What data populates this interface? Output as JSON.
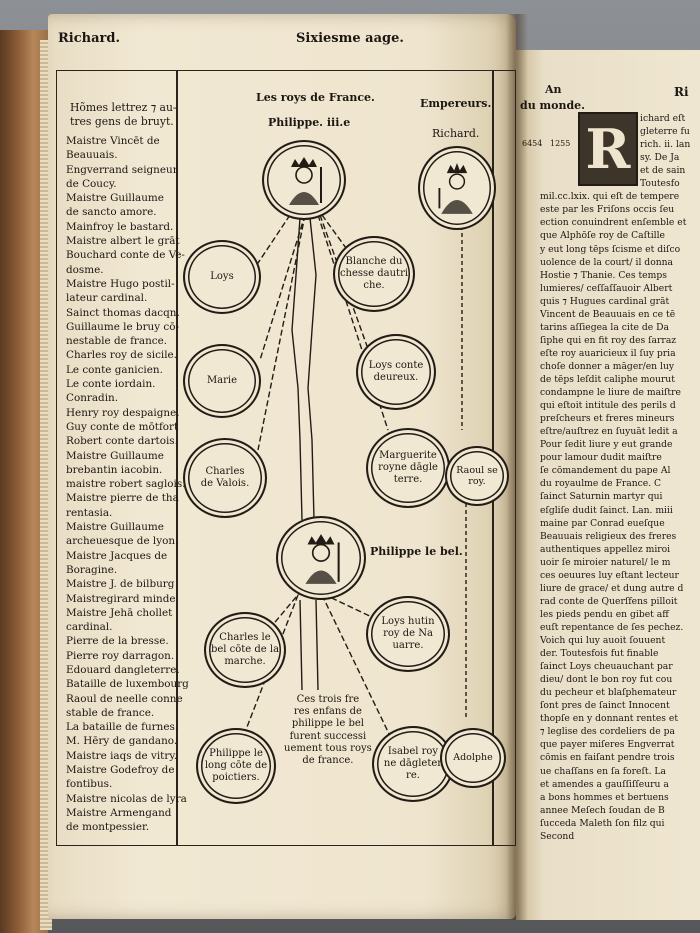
{
  "left_page": {
    "running_head_left": "Richard.",
    "running_head_center": "Sixiesme aage.",
    "column_heading_left_1": "Hõmes lettrez ⁊ au-",
    "column_heading_left_2": "tres gens de bruyt.",
    "heading_center": "Les roys de France.",
    "heading_right": "Empereurs.",
    "margin_an": "An",
    "margin_du_monde": "du monde.",
    "persons_list": [
      "Maistre Vincēt de",
      "Beauuais.",
      "Engverrand seigneur",
      "de Coucy.",
      "Maistre Guillaume",
      "de sancto amore.",
      "Mainfroy le bastard.",
      "Maistre albert le grāt",
      "Bouchard conte de Ve-",
      "dosme.",
      "Maistre Hugo postil-",
      "lateur cardinal.",
      "Sainct thomas dacqn.",
      "Guillaume le bruy cō-",
      "nestable de france.",
      "Charles roy de sicile.",
      "Le conte ganicien.",
      "Le conte iordain.",
      "Conradin.",
      "Henry roy despaigne.",
      "Guy conte de mōtfort",
      "Robert conte dartois.",
      "Maistre Guillaume",
      "brebantin iacobin.",
      "maistre robert saglois.",
      "Maistre pierre de tha",
      "rentasia.",
      "Maistre Guillaume",
      "archeuesque de lyon.",
      "Maistre Jacques de",
      "Boragine.",
      "Maistre J. de bilburg",
      "Maistregirard minde",
      "Maistre Jehā chollet",
      "cardinal.",
      "Pierre de la bresse.",
      "Pierre roy darragon.",
      "Edouard dangleterre.",
      "Bataille de luxembourg",
      "Raoul de neelle conne",
      "stable de france.",
      "La bataille de furnes.",
      "M. Hēry de gandano.",
      "Maistre iaqs de vitry.",
      "Maistre Godefroy de",
      "fontibus.",
      "Maistre nicolas de lyra",
      "Maistre Armengand",
      "de montpessier."
    ],
    "kings": {
      "philippe_iii": "Philippe. iii.e",
      "loys": "Loys",
      "blanche": "Blanche du\nchesse dautri\nche.",
      "marie": "Marie",
      "loys_evreux": "Loys conte\ndeureux.",
      "charles_valois": "Charles\nde Valois.",
      "marguerite": "Marguerite\nroyne dāgle\nterre.",
      "philippe_bel": "Philippe le bel.",
      "charles_marche": "Charles le\nbel cōte de la\nmarche.",
      "loys_hutin": "Loys hutin\nroy de Na\nuarre.",
      "philippe_long": "Philippe le\nlong cōte de\npoictiers.",
      "isabel": "Isabel roy\nne dāgleter\nre.",
      "caption": "Ces trois fre\nres enfans de\nphilippe le bel\nfurent successi\nuement tous roys\nde france."
    },
    "emperors": {
      "richard": "Richard.",
      "raoul": "Raoul se\nroy.",
      "adolphe": "Adolphe"
    }
  },
  "right_page": {
    "running_head": "An\ndu monde.",
    "year_1": "6454",
    "year_2": "1255",
    "initial": "R",
    "lines": [
      "ichard eſt",
      "gleterre fu",
      "rich. ii. lan",
      "sy. De Ja",
      "et de sain",
      "Toutesfo",
      "mil.cc.lxix. qui eſt de tempere",
      "este par les Friſons occis ſeu",
      "ection conuindrent enſemble et",
      "que Alphōſe roy de Caſtille",
      "y eut long tēps ſcisme et diſco",
      "uolence de la court/ il donna",
      "Hostie ⁊ Thanie. Ces temps",
      "lumieres/ ceſſaſſauoir Albert",
      "quis ⁊ Hugues cardinal grāt",
      "Vincent de Beauuais en ce tē",
      "tarins aſſiegea la cite de Da",
      "ſiphe qui en fit roy des ſarraz",
      "eſte roy auaricieux il ſuy pria",
      "choſe donner a māger/en luy",
      "de tēps leſdit caliphe mourut",
      "condampne le liure de maiſtre",
      "qui eſtoit intitule des perils d",
      "preſcheurs et freres mineurs",
      "eſtre/auſtrez en ſuyuāt ledit a",
      "Pour ſedit liure y eut grande",
      "pour lamour dudit maiſtre",
      "ſe cōmandement du pape Al",
      "du royaulme de France. C",
      "ſainct Saturnin martyr qui",
      "eſgliſe dudit ſainct. Lan. miii",
      "maine par Conrad eueſque",
      "Beauuais religieux des freres",
      "authentiques appellez miroi",
      "uoir ſe miroier naturel/ le m",
      "ces oeuures luy eſtant lecteur",
      "liure de grace/ et dung autre d",
      "rad conte de Querſfens pilloit",
      "les pieds pendu en gibet aff",
      "euſt repentance de ſes pechez.",
      "Voich qui luy auoit ſouuent",
      "der. Toutesfois fut finable",
      "ſainct Loys cheuauchant par",
      "dieu/ dont le bon roy fut cou",
      "du pecheur et blaſphemateur",
      "ſont pres de ſainct Innocent",
      "thopſe en y donnant rentes et",
      "⁊ leglise des cordeliers de pa",
      "que payer miſeres Engverrat",
      "cōmis en faiſant pendre trois",
      "ue chaſſans en ſa foreſt. La",
      "et amendes a gauſſiſſeuru a",
      "a bons hommes et bertuens",
      "annee Meſech ſoudan de B",
      "ſucceda Maleth ſon filz qui",
      "Second"
    ]
  }
}
